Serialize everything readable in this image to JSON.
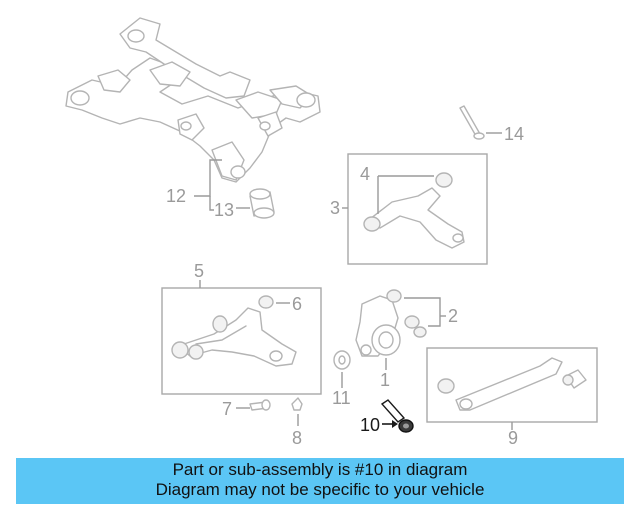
{
  "callouts": {
    "c1": "1",
    "c2": "2",
    "c3": "3",
    "c4": "4",
    "c5": "5",
    "c6": "6",
    "c7": "7",
    "c8": "8",
    "c9": "9",
    "c10": "10",
    "c11": "11",
    "c12": "12",
    "c13": "13",
    "c14": "14"
  },
  "highlighted_part": "10",
  "banner": {
    "line1": "Part or sub-assembly is #10 in diagram",
    "line2": "Diagram may not be specific to your vehicle",
    "background_color": "#5bc6f5"
  }
}
